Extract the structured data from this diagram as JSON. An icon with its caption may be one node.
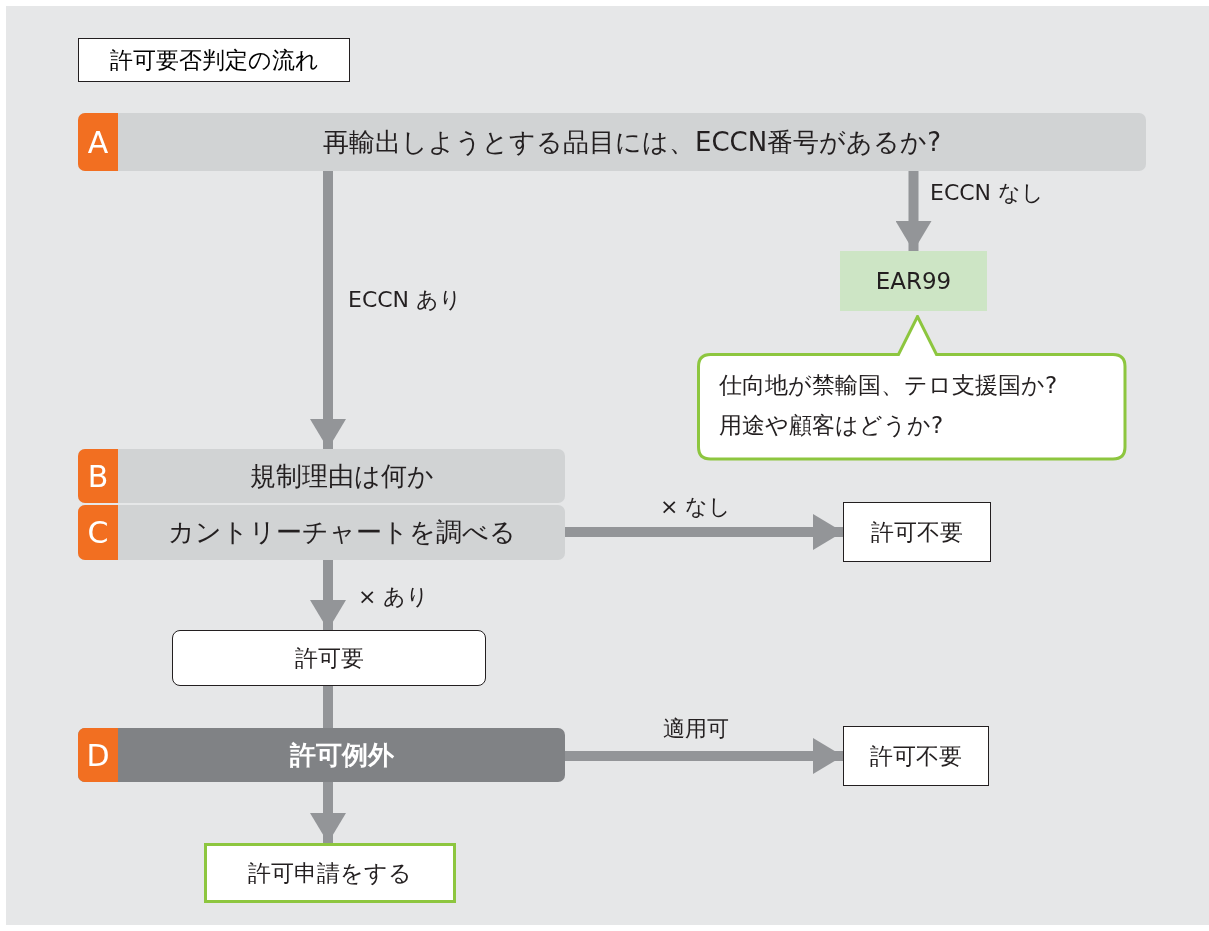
{
  "diagram": {
    "title": "許可要否判定の流れ",
    "nodes": [
      {
        "text": [
          "A",
          "再輸出しようとする品目には、ECCN番号があるか?"
        ]
      },
      {
        "text": [
          "EAR99"
        ]
      },
      {
        "text": [
          "仕向地が禁輸国、テロ支援国か?",
          "用途や顧客はどうか?"
        ]
      },
      {
        "text": [
          "B",
          "規制理由は何か"
        ]
      },
      {
        "text": [
          "C",
          "カントリーチャートを調べる"
        ]
      },
      {
        "text": [
          "許可不要"
        ]
      },
      {
        "text": [
          "許可要"
        ]
      },
      {
        "text": [
          "D",
          "許可例外"
        ]
      },
      {
        "text": [
          "許可不要"
        ]
      },
      {
        "text": [
          "許可申請をする"
        ]
      }
    ],
    "edges": [
      {
        "from": 0,
        "to": 1,
        "arrow": "to",
        "label": "ECCN なし"
      },
      {
        "from": 0,
        "to": 3,
        "arrow": "to",
        "label": "ECCN あり"
      },
      {
        "from": 4,
        "to": 5,
        "arrow": "to",
        "label": "× なし"
      },
      {
        "from": 4,
        "to": 6,
        "arrow": "to",
        "label": "× あり"
      },
      {
        "from": 6,
        "to": 7,
        "arrow": "none"
      },
      {
        "from": 7,
        "to": 8,
        "arrow": "to",
        "label": "適用可"
      },
      {
        "from": 7,
        "to": 9,
        "arrow": "to"
      }
    ]
  }
}
